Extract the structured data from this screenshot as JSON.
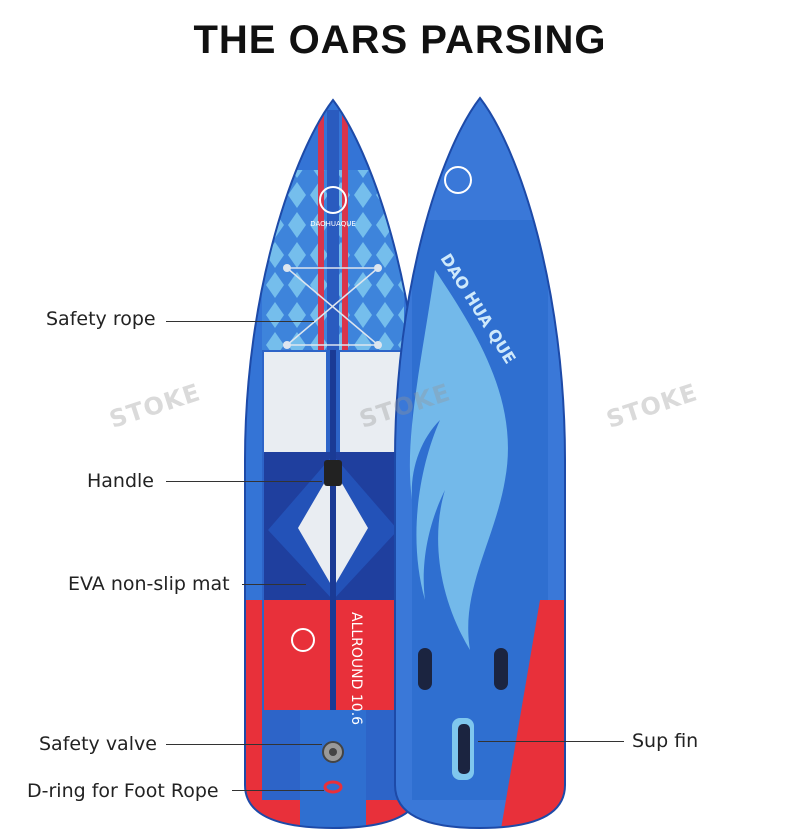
{
  "title": "THE OARS PARSING",
  "labels": {
    "safety_rope": "Safety rope",
    "handle": "Handle",
    "eva_mat": "EVA non-slip mat",
    "safety_valve": "Safety valve",
    "d_ring": "D-ring for Foot Rope",
    "sup_fin": "Sup fin"
  },
  "watermark": "STOKE",
  "board_text": {
    "model": "ALLROUND 10.6",
    "brand_back": "DAO HUA QUE",
    "brand_logo": "DAOHUAQUE"
  },
  "colors": {
    "board_blue": "#2f6fd0",
    "board_dark_blue": "#1f3f9e",
    "rail_blue": "#3a78d8",
    "red": "#e8303a",
    "light_blue": "#7fc7ee",
    "pad_white": "#e9edf2"
  }
}
